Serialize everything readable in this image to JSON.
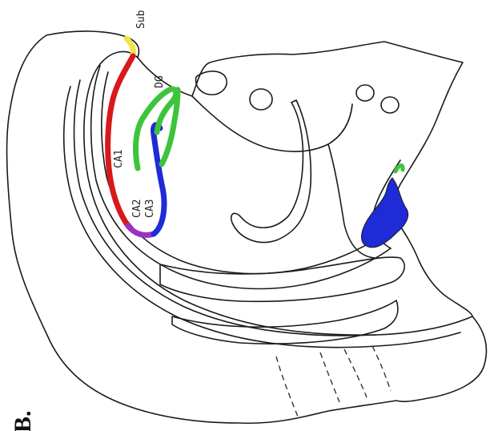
{
  "figure": {
    "panel_letter": "B.",
    "labels": {
      "sub": "Sub",
      "dg": "DG",
      "ca1": "CA1",
      "ca2": "CA2",
      "ca3": "CA3"
    }
  },
  "colors": {
    "sub": "#f2e24a",
    "ca1": "#d7191c",
    "ca2": "#9b30c8",
    "ca3": "#1f2bd6",
    "dg": "#3cc43c",
    "outline": "#1a1a1a"
  }
}
